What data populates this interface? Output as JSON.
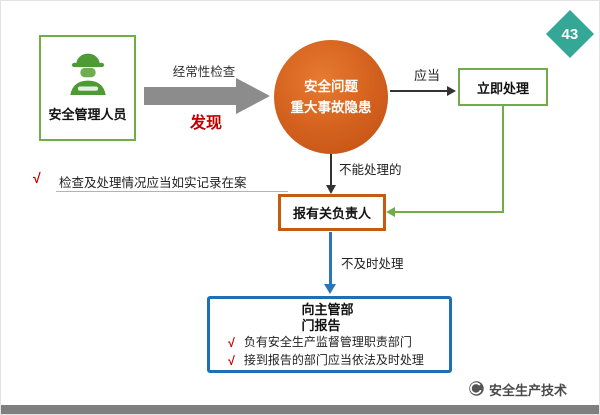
{
  "page": {
    "number": "43",
    "footer": {
      "brand": "安全生产技术"
    }
  },
  "flow": {
    "inspector": {
      "label": "安全管理人员"
    },
    "inspection_arrow": {
      "top_label": "经常性检查",
      "bottom_label": "发现"
    },
    "hazard_circle": {
      "line1": "安全问题",
      "line2": "重大事故隐患"
    },
    "should_label": "应当",
    "immediate_box": {
      "label": "立即处理"
    },
    "cannot_label": "不能处理的",
    "report_leader_box": {
      "label": "报有关负责人"
    },
    "record_note": {
      "check": "√",
      "text": "检查及处理情况应当如实记录在案"
    },
    "untimely_label": "不及时处理",
    "report_dept_box": {
      "title": "向主管部门报告",
      "items": [
        {
          "check": "√",
          "text": "负有安全生产监督管理职责部门"
        },
        {
          "check": "√",
          "text": "接到报告的部门应当依法及时处理"
        }
      ]
    }
  },
  "colors": {
    "badge_teal": "#35a796",
    "green_accent": "#70ad47",
    "circle_orange": "#d2601d",
    "leader_box_orange": "#c55a11",
    "dept_box_blue": "#1f6fb5",
    "arrow_blue": "#2e75b6",
    "highlight_red": "#c00000",
    "big_arrow_gray": "#8c8c8c",
    "footer_bar_gray": "#7f7f7f"
  }
}
